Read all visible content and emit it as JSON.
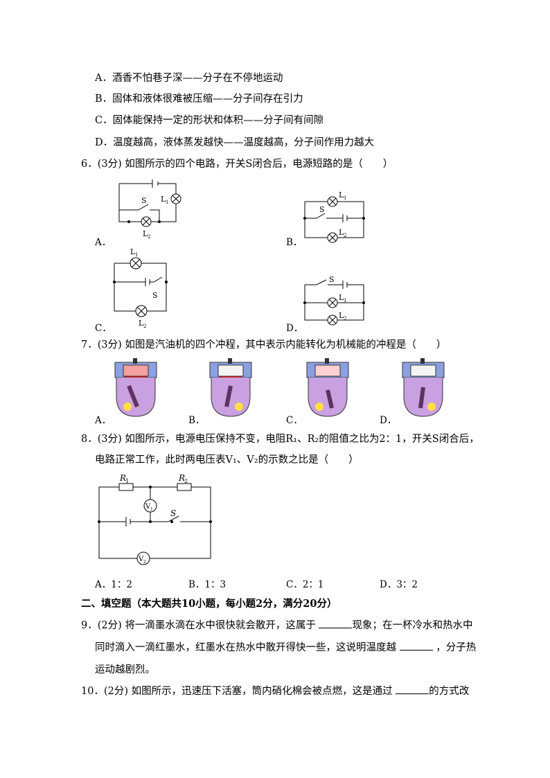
{
  "q5": {
    "options": [
      "A．酒香不怕巷子深——分子在不停地运动",
      "B．固体和液体很难被压缩——分子间存在引力",
      "C．固体能保持一定的形状和体积——分子间有间隙",
      "D．温度越高，液体蒸发越快——温度越高，分子间作用力越大"
    ]
  },
  "q6": {
    "stem": "6．(3分) 如图所示的四个电路，开关S闭合后，电源短路的是（　　）",
    "labels": [
      "A．",
      "B．",
      "C．",
      "D．"
    ],
    "circuit_labels": {
      "s": "S",
      "l1": "L",
      "l2": "L",
      "sub1": "1",
      "sub2": "2"
    }
  },
  "q7": {
    "stem": "7．(3分) 如图是汽油机的四个冲程，其中表示内能转化为机械能的冲程是（　　）",
    "labels": [
      "A．",
      "B．",
      "C．",
      "D．"
    ]
  },
  "q8": {
    "stem_line1": "8．(3分) 如图所示，电源电压保持不变，电阻R₁、R₂的阻值之比为2：1，开关S闭合后，",
    "stem_line2": "电路正常工作，此时两电压表V₁、V₂的示数之比是（　　）",
    "circuit_labels": {
      "r1": "R",
      "r2": "R",
      "v1": "V",
      "v2": "V",
      "s": "S",
      "sub1": "1",
      "sub2": "2"
    },
    "options": [
      "A．1：2",
      "B．1：3",
      "C．2：1",
      "D．3：2"
    ]
  },
  "section2": {
    "heading": "二、填空题（本大题共10小题，每小题2分，满分20分）"
  },
  "q9": {
    "line1a": "9．(2分) 将一滴墨水滴在水中很快就会散开，这属于",
    "line1b": "现象；在一杯冷水和热水中",
    "line2a": "同时滴入一滴红墨水，红墨水在热水中散开得快一些，这说明温度越",
    "line2b": "，分子热",
    "line3": "运动越剧烈。"
  },
  "q10": {
    "line1a": "10．(2分) 如图所示，迅速压下活塞，筒内硝化棉会被点燃，这是通过",
    "line1b": "的方式改"
  }
}
